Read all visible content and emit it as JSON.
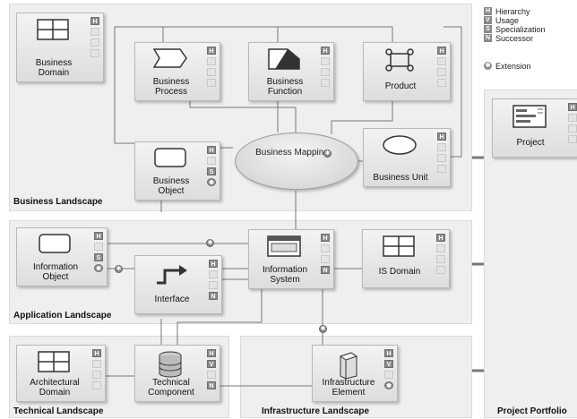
{
  "legend": {
    "hierarchy": "Hierarchy",
    "usage": "Usage",
    "specialization": "Specialization",
    "successor": "Successor",
    "extension": "Extension",
    "keys": {
      "h": "H",
      "v": "V",
      "s": "S",
      "n": "N"
    }
  },
  "regions": {
    "business": "Business Landscape",
    "application": "Application Landscape",
    "technical": "Technical Landscape",
    "infrastructure": "Infrastructure Landscape",
    "portfolio": "Project Portfolio"
  },
  "boxes": {
    "business_domain": "Business Domain",
    "business_process": "Business Process",
    "business_function": "Business Function",
    "product": "Product",
    "business_object": "Business Object",
    "business_mapping": "Business Mapping",
    "business_unit": "Business Unit",
    "information_object": "Information Object",
    "interface": "Interface",
    "information_system": "Information System",
    "is_domain": "IS Domain",
    "architectural_domain": "Architectural Domain",
    "technical_component": "Technical Component",
    "infrastructure_element": "Infrastructure Element",
    "project": "Project"
  },
  "colors": {
    "region_bg": "#efefef",
    "badge_on": "#8a8a8a",
    "line": "#777777"
  }
}
